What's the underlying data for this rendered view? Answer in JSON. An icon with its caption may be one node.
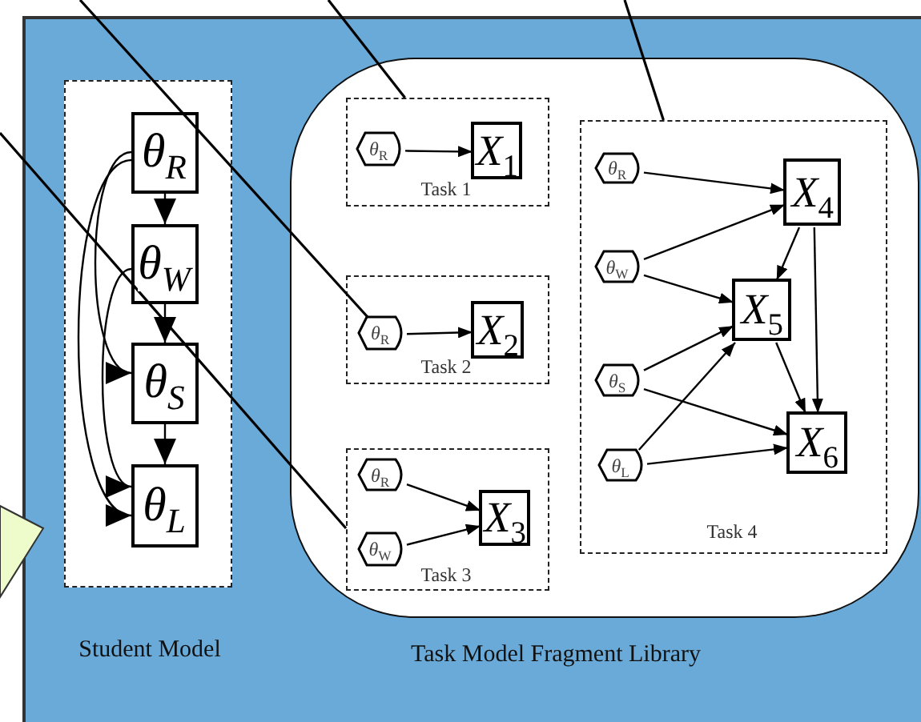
{
  "diagram": {
    "nodes": [
      {
        "text": [
          "Student Model"
        ]
      },
      {
        "text": [
          "θ$_{R}$"
        ],
        "in": 0
      },
      {
        "text": [
          "θ$_{W}$"
        ],
        "in": 0
      },
      {
        "text": [
          "θ$_{S}$"
        ],
        "in": 0
      },
      {
        "text": [
          "θ$_{L}$"
        ],
        "in": 0
      },
      {
        "text": [
          "Task Model Fragment  Library"
        ]
      },
      {
        "text": [
          "Task 1"
        ],
        "in": 5
      },
      {
        "text": [
          "*θ*$_{R}$"
        ],
        "in": 6
      },
      {
        "text": [
          "*X*$_{1}$"
        ],
        "in": 6
      },
      {
        "text": [
          "Task 2"
        ],
        "in": 5
      },
      {
        "text": [
          "*θ*$_{R}$"
        ],
        "in": 9
      },
      {
        "text": [
          "*X*$_{2}$"
        ],
        "in": 9
      },
      {
        "text": [
          "Task 3"
        ],
        "in": 5
      },
      {
        "text": [
          "*θ*$_{R}$"
        ],
        "in": 12
      },
      {
        "text": [
          "*θ*$_{W}$"
        ],
        "in": 12
      },
      {
        "text": [
          "*X*$_{3}$"
        ],
        "in": 12
      },
      {
        "text": [
          "Task 4"
        ],
        "in": 5
      },
      {
        "text": [
          "*θ*$_{R}$"
        ],
        "in": 16
      },
      {
        "text": [
          "*θ*$_{W}$"
        ],
        "in": 16
      },
      {
        "text": [
          "*θ*$_{S}$"
        ],
        "in": 16
      },
      {
        "text": [
          "*θ*$_{L}$"
        ],
        "in": 16
      },
      {
        "text": [
          "*X*$_{4}$"
        ],
        "in": 16
      },
      {
        "text": [
          "*X*$_{5}$"
        ],
        "in": 16
      },
      {
        "text": [
          "*X*$_{6}$"
        ],
        "in": 16
      }
    ],
    "edges": [
      {
        "from": 1,
        "to": 2,
        "arrow": "to"
      },
      {
        "from": 2,
        "to": 3,
        "arrow": "to"
      },
      {
        "from": 3,
        "to": 4,
        "arrow": "to"
      },
      {
        "from": 1,
        "to": 3,
        "arrow": "to"
      },
      {
        "from": 1,
        "to": 4,
        "arrow": "to"
      },
      {
        "from": 2,
        "to": 4,
        "arrow": "to"
      },
      {
        "from": 7,
        "to": 8,
        "arrow": "to"
      },
      {
        "from": 10,
        "to": 11,
        "arrow": "to"
      },
      {
        "from": 13,
        "to": 15,
        "arrow": "to"
      },
      {
        "from": 14,
        "to": 15,
        "arrow": "to"
      },
      {
        "from": 17,
        "to": 21,
        "arrow": "to"
      },
      {
        "from": 18,
        "to": 21,
        "arrow": "to"
      },
      {
        "from": 18,
        "to": 22,
        "arrow": "to"
      },
      {
        "from": 19,
        "to": 22,
        "arrow": "to"
      },
      {
        "from": 19,
        "to": 23,
        "arrow": "to"
      },
      {
        "from": 20,
        "to": 22,
        "arrow": "to"
      },
      {
        "from": 20,
        "to": 23,
        "arrow": "to"
      },
      {
        "from": 21,
        "to": 22,
        "arrow": "to"
      },
      {
        "from": 21,
        "to": 23,
        "arrow": "to"
      },
      {
        "from": 22,
        "to": 23,
        "arrow": "to"
      },
      {
        "from": null,
        "to": 10,
        "arrow": "none"
      },
      {
        "from": null,
        "to": 12,
        "arrow": "none"
      },
      {
        "from": null,
        "to": 6,
        "arrow": "none"
      },
      {
        "from": null,
        "to": 16,
        "arrow": "none"
      }
    ]
  }
}
